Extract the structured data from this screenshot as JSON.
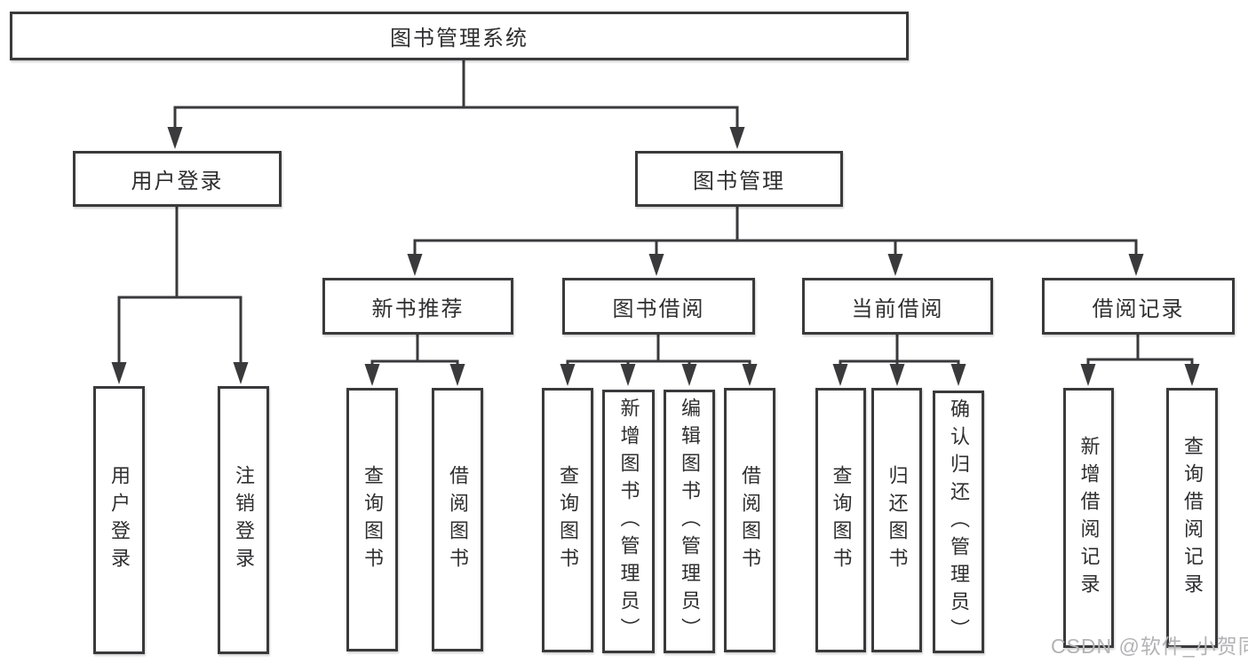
{
  "diagram": {
    "root": {
      "label": "图书管理系统"
    },
    "branches": [
      {
        "label": "用户登录",
        "children": [
          {
            "label": "用户登录"
          },
          {
            "label": "注销登录"
          }
        ]
      },
      {
        "label": "图书管理",
        "children": [
          {
            "label": "新书推荐",
            "children": [
              {
                "label": "查询图书"
              },
              {
                "label": "借阅图书"
              }
            ]
          },
          {
            "label": "图书借阅",
            "children": [
              {
                "label": "查询图书"
              },
              {
                "label": "新增图书（管理员）"
              },
              {
                "label": "编辑图书（管理员）"
              },
              {
                "label": "借阅图书"
              }
            ]
          },
          {
            "label": "当前借阅",
            "children": [
              {
                "label": "查询图书"
              },
              {
                "label": "归还图书"
              },
              {
                "label": "确认归还（管理员）"
              }
            ]
          },
          {
            "label": "借阅记录",
            "children": [
              {
                "label": "新增借阅记录"
              },
              {
                "label": "查询借阅记录"
              }
            ]
          }
        ]
      }
    ],
    "colors": {
      "line": "#3a3a3c",
      "border": "#3a3a3c",
      "text": "#2f2f31",
      "watermark": "#b3b3b6",
      "background": "#ffffff"
    },
    "watermark": "CSDN @软件_小贺同学"
  }
}
